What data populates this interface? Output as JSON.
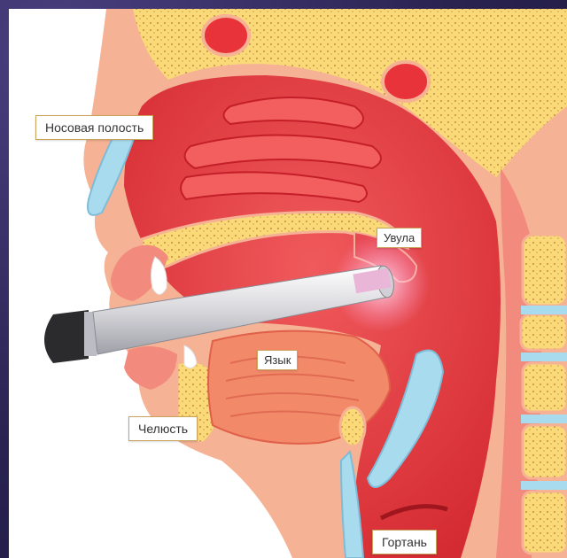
{
  "labels": {
    "nasal_cavity": "Носовая полость",
    "uvula": "Увула",
    "tongue": "Язык",
    "jaw": "Челюсть",
    "larynx": "Гортань"
  },
  "colors": {
    "background": "#2a2350",
    "muscle": "#e8333a",
    "skin": "#f6b294",
    "bone": "#f9d978",
    "cartilage": "#a9dbef",
    "label_border": "#c9a35a"
  }
}
